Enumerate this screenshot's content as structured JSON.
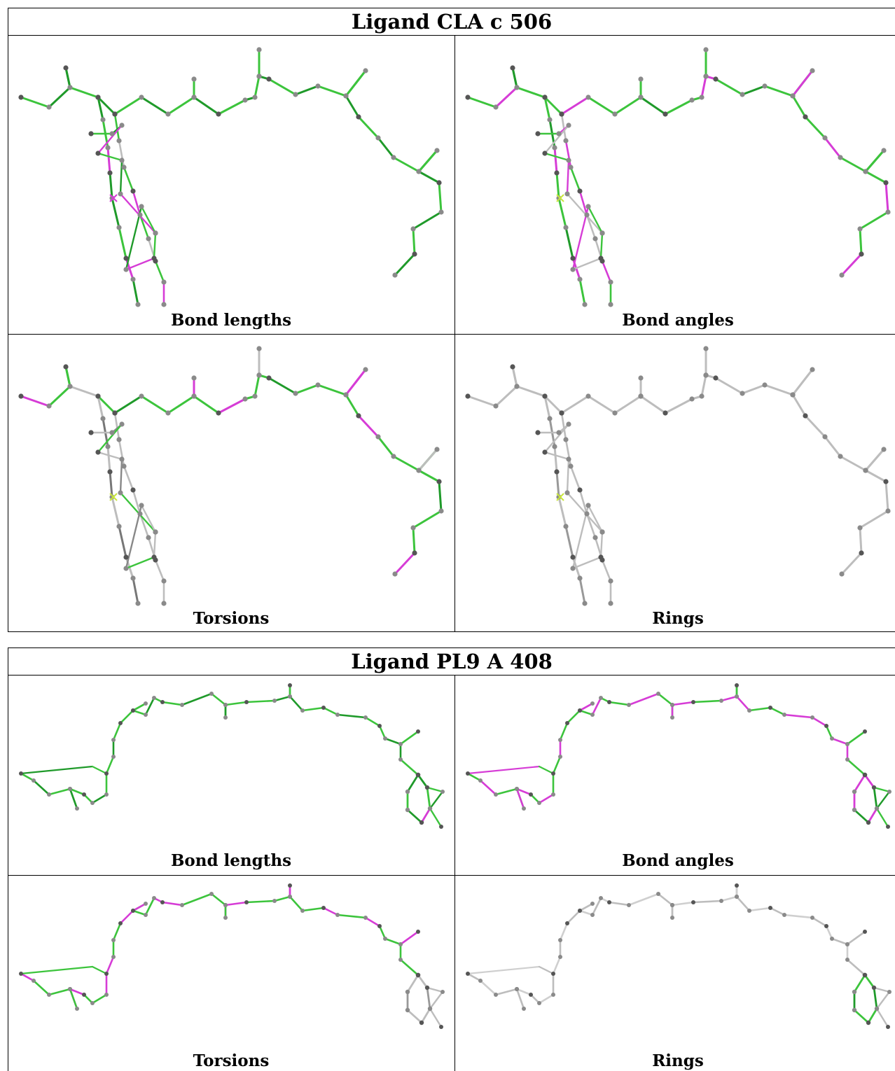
{
  "ligands": [
    {
      "title": "Ligand CLA c 506",
      "panels": {
        "bond_lengths": "Bond lengths",
        "bond_angles": "Bond angles",
        "torsions": "Torsions",
        "rings": "Rings"
      }
    },
    {
      "title": "Ligand PL9 A 408",
      "panels": {
        "bond_lengths": "Bond lengths",
        "bond_angles": "Bond angles",
        "torsions": "Torsions",
        "rings": "Rings"
      }
    }
  ],
  "colors": {
    "good": "#3cc43c",
    "good_dark": "#1f9a2a",
    "outlier": "#d63cd6",
    "neutral": "#bdbdbd",
    "atom": "#8a8a8a",
    "atom_dark": "#555555",
    "center_atom": "#c8e63c"
  }
}
